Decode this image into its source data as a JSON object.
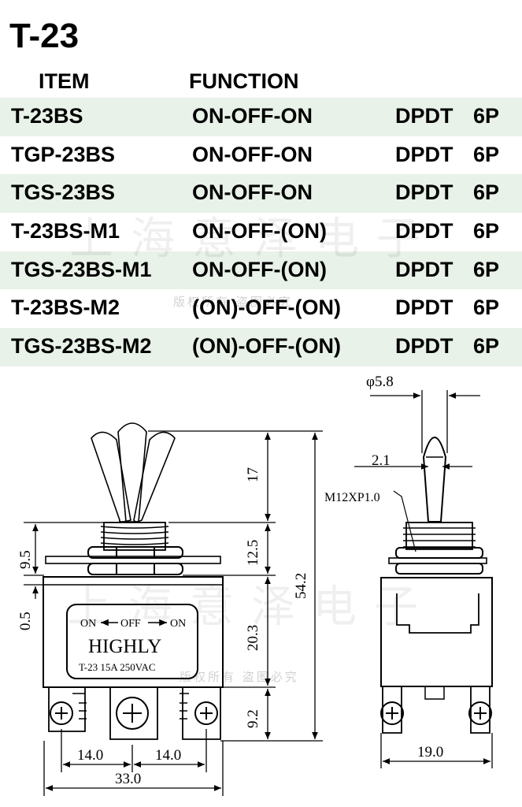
{
  "title": "T-23",
  "headers": {
    "item": "ITEM",
    "function": "FUNCTION"
  },
  "rows": [
    {
      "item": "T-23BS",
      "function": "ON-OFF-ON",
      "pole": "DPDT",
      "pins": "6P"
    },
    {
      "item": "TGP-23BS",
      "function": "ON-OFF-ON",
      "pole": "DPDT",
      "pins": "6P"
    },
    {
      "item": "TGS-23BS",
      "function": "ON-OFF-ON",
      "pole": "DPDT",
      "pins": "6P"
    },
    {
      "item": "T-23BS-M1",
      "function": "ON-OFF-(ON)",
      "pole": "DPDT",
      "pins": "6P"
    },
    {
      "item": "TGS-23BS-M1",
      "function": "ON-OFF-(ON)",
      "pole": "DPDT",
      "pins": "6P"
    },
    {
      "item": "T-23BS-M2",
      "function": "(ON)-OFF-(ON)",
      "pole": "DPDT",
      "pins": "6P"
    },
    {
      "item": "TGS-23BS-M2",
      "function": "(ON)-OFF-(ON)",
      "pole": "DPDT",
      "pins": "6P"
    }
  ],
  "drawing": {
    "label": {
      "on_left": "ON",
      "off": "OFF",
      "on_right": "ON",
      "brand": "HIGHLY",
      "rating": "T-23  15A  250VAC"
    },
    "dimensions": {
      "lever_height": "17",
      "bushing_height": "12.5",
      "body_height": "20.3",
      "terminal_height": "9.2",
      "total_height": "54.2",
      "left_top": "9.5",
      "left_gap": "0.5",
      "pitch_left": "14.0",
      "pitch_right": "14.0",
      "width": "33.0",
      "tip_diameter": "φ5.8",
      "lever_width": "2.1",
      "thread": "M12XP1.0",
      "side_width": "19.0"
    }
  },
  "watermark": {
    "main": "上海意泽电子",
    "notice": "版权所有 盗图必究"
  }
}
